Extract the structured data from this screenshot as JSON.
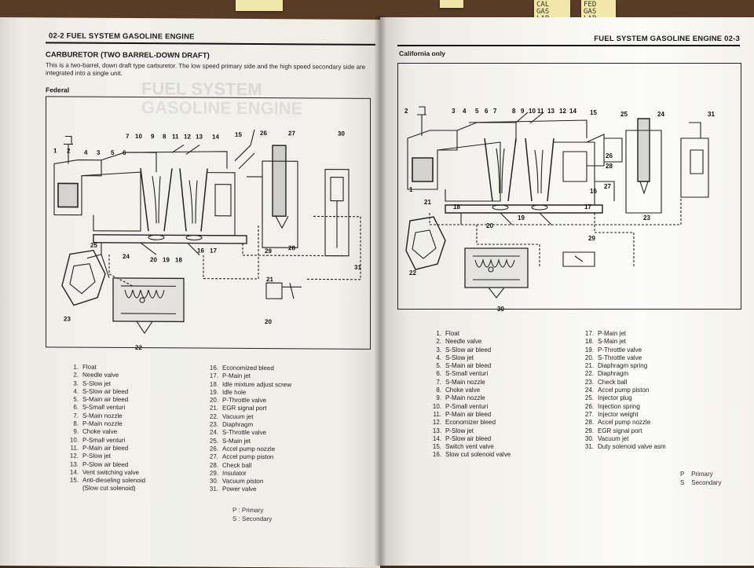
{
  "left_page": {
    "header": "02-2  FUEL SYSTEM GASOLINE ENGINE",
    "title": "CARBURETOR (TWO BARREL-DOWN DRAFT)",
    "description": "This is a two-barrel, down draft type carburetor.  The low speed primary side and the high speed secondary side are integrated into a single unit.",
    "subtitle": "Federal",
    "legend_col1": [
      {
        "n": "1.",
        "t": "Float"
      },
      {
        "n": "2.",
        "t": "Needle valve"
      },
      {
        "n": "3.",
        "t": "S-Slow jet"
      },
      {
        "n": "4.",
        "t": "S-Slow air bleed"
      },
      {
        "n": "5.",
        "t": "S-Main air bleed"
      },
      {
        "n": "6.",
        "t": "S-Small venturi"
      },
      {
        "n": "7.",
        "t": "S-Main nozzle"
      },
      {
        "n": "8.",
        "t": "P-Main nozzle"
      },
      {
        "n": "9.",
        "t": "Choke valve"
      },
      {
        "n": "10.",
        "t": "P-Small venturi"
      },
      {
        "n": "11.",
        "t": "P-Main air bleed"
      },
      {
        "n": "12.",
        "t": "P-Slow jet"
      },
      {
        "n": "13.",
        "t": "P-Slow air bleed"
      },
      {
        "n": "14.",
        "t": "Vent switching valve"
      },
      {
        "n": "15.",
        "t": "Anti-dieseling solenoid"
      },
      {
        "n": "",
        "t": "(Slow cut solenoid)"
      }
    ],
    "legend_col2": [
      {
        "n": "16.",
        "t": "Economized bleed"
      },
      {
        "n": "17.",
        "t": "P-Main jet"
      },
      {
        "n": "18.",
        "t": "Idle mixture adjust screw"
      },
      {
        "n": "19.",
        "t": "Idle hole"
      },
      {
        "n": "20.",
        "t": "P-Throttle valve"
      },
      {
        "n": "21.",
        "t": "EGR signal port"
      },
      {
        "n": "22.",
        "t": "Vacuum jet"
      },
      {
        "n": "23.",
        "t": "Diaphragm"
      },
      {
        "n": "24.",
        "t": "S-Throttle valve"
      },
      {
        "n": "25.",
        "t": "S-Main jet"
      },
      {
        "n": "26.",
        "t": "Accel pump nozzle"
      },
      {
        "n": "27.",
        "t": "Accel pump piston"
      },
      {
        "n": "28.",
        "t": "Check ball"
      },
      {
        "n": "29.",
        "t": "Insulator"
      },
      {
        "n": "30.",
        "t": "Vacuum piston"
      },
      {
        "n": "31.",
        "t": "Power valve"
      }
    ],
    "ps_primary": "P  : Primary",
    "ps_secondary": "S  : Secondary",
    "callouts": [
      {
        "t": "1"
      },
      {
        "t": "2"
      },
      {
        "t": "4"
      },
      {
        "t": "3"
      },
      {
        "t": "5"
      },
      {
        "t": "6"
      },
      {
        "t": "7"
      },
      {
        "t": "10"
      },
      {
        "t": "9"
      },
      {
        "t": "8"
      },
      {
        "t": "11"
      },
      {
        "t": "12"
      },
      {
        "t": "13"
      },
      {
        "t": "14"
      },
      {
        "t": "15"
      },
      {
        "t": "26"
      },
      {
        "t": "27"
      },
      {
        "t": "30"
      },
      {
        "t": "25"
      },
      {
        "t": "24"
      },
      {
        "t": "20"
      },
      {
        "t": "19"
      },
      {
        "t": "18"
      },
      {
        "t": "16"
      },
      {
        "t": "17"
      },
      {
        "t": "29"
      },
      {
        "t": "28"
      },
      {
        "t": "31"
      },
      {
        "t": "21"
      },
      {
        "t": "20"
      },
      {
        "t": "23"
      },
      {
        "t": "22"
      }
    ]
  },
  "right_page": {
    "header": "FUEL SYSTEM GASOLINE ENGINE  02-3",
    "subtitle": "California only",
    "legend_col1": [
      {
        "n": "1.",
        "t": "Float"
      },
      {
        "n": "2.",
        "t": "Needle valve"
      },
      {
        "n": "3.",
        "t": "S-Slow air bleed"
      },
      {
        "n": "4.",
        "t": "S-Slow jet"
      },
      {
        "n": "5.",
        "t": "S-Main air bleed"
      },
      {
        "n": "6.",
        "t": "S-Small venturi"
      },
      {
        "n": "7.",
        "t": "S-Main nozzle"
      },
      {
        "n": "8.",
        "t": "Choke valve"
      },
      {
        "n": "9.",
        "t": "P-Main nozzle"
      },
      {
        "n": "10.",
        "t": "P-Small venturi"
      },
      {
        "n": "11.",
        "t": "P-Main air bleed"
      },
      {
        "n": "12.",
        "t": "Economizer bleed"
      },
      {
        "n": "13.",
        "t": "P-Slow jet"
      },
      {
        "n": "14.",
        "t": "P-Slow air bleed"
      },
      {
        "n": "15.",
        "t": "Switch vent valve"
      },
      {
        "n": "16.",
        "t": "Slow cut solenoid valve"
      }
    ],
    "legend_col2": [
      {
        "n": "17.",
        "t": "P-Main jet"
      },
      {
        "n": "18.",
        "t": "S-Main jet"
      },
      {
        "n": "19.",
        "t": "P-Throttle valve"
      },
      {
        "n": "20.",
        "t": "S-Throttle valve"
      },
      {
        "n": "21.",
        "t": "Diaphragm spring"
      },
      {
        "n": "22.",
        "t": "Diaphragm"
      },
      {
        "n": "23.",
        "t": "Check ball"
      },
      {
        "n": "24.",
        "t": "Accel pump piston"
      },
      {
        "n": "25.",
        "t": "Injector plug"
      },
      {
        "n": "26.",
        "t": "Injection spring"
      },
      {
        "n": "27.",
        "t": "Injector weight"
      },
      {
        "n": "28.",
        "t": "Accel pump nozzle"
      },
      {
        "n": "29.",
        "t": "EGR signal port"
      },
      {
        "n": "30.",
        "t": "Vacuum jet"
      },
      {
        "n": "31.",
        "t": "Duty solenoid valve asm"
      }
    ],
    "ps_primary": "P    Primary",
    "ps_secondary": "S    Secondary",
    "callouts": [
      {
        "t": "2"
      },
      {
        "t": "3"
      },
      {
        "t": "4"
      },
      {
        "t": "5"
      },
      {
        "t": "6"
      },
      {
        "t": "7"
      },
      {
        "t": "8"
      },
      {
        "t": "9"
      },
      {
        "t": "10"
      },
      {
        "t": "11"
      },
      {
        "t": "13"
      },
      {
        "t": "12"
      },
      {
        "t": "14"
      },
      {
        "t": "15"
      },
      {
        "t": "25"
      },
      {
        "t": "24"
      },
      {
        "t": "31"
      },
      {
        "t": "1"
      },
      {
        "t": "18"
      },
      {
        "t": "21"
      },
      {
        "t": "20"
      },
      {
        "t": "19"
      },
      {
        "t": "17"
      },
      {
        "t": "16"
      },
      {
        "t": "26"
      },
      {
        "t": "28"
      },
      {
        "t": "27"
      },
      {
        "t": "23"
      },
      {
        "t": "29"
      },
      {
        "t": "22"
      },
      {
        "t": "30"
      }
    ]
  },
  "sticky_notes": {
    "note1": "CAL\nGAS\nLAB",
    "note2": "FED\nGAS\nLAB"
  }
}
